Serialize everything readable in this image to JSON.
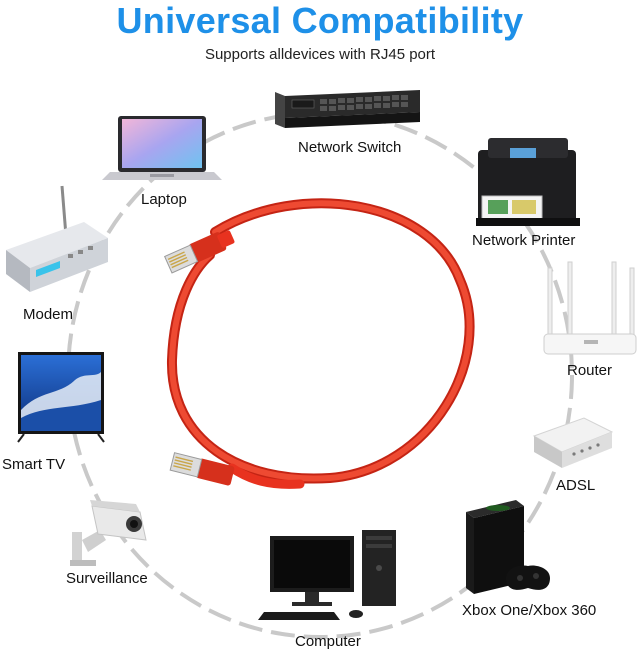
{
  "header": {
    "title": "Universal Compatibility",
    "subtitle": "Supports alldevices with RJ45 port"
  },
  "accent_color": "#1e90e8",
  "cable_color": "#e8321f",
  "devices": [
    {
      "id": "network-switch",
      "label": "Network Switch",
      "icon": "network-switch-icon"
    },
    {
      "id": "laptop",
      "label": "Laptop",
      "icon": "laptop-icon"
    },
    {
      "id": "network-printer",
      "label": "Network Printer",
      "icon": "printer-icon"
    },
    {
      "id": "modem",
      "label": "Modem",
      "icon": "modem-icon"
    },
    {
      "id": "router",
      "label": "Router",
      "icon": "router-icon"
    },
    {
      "id": "smart-tv",
      "label": "Smart TV",
      "icon": "tv-icon"
    },
    {
      "id": "adsl",
      "label": "ADSL",
      "icon": "adsl-icon"
    },
    {
      "id": "surveillance",
      "label": "Surveillance",
      "icon": "camera-icon"
    },
    {
      "id": "xbox",
      "label": "Xbox One/Xbox 360",
      "icon": "console-icon"
    },
    {
      "id": "computer",
      "label": "Computer",
      "icon": "computer-icon"
    }
  ]
}
